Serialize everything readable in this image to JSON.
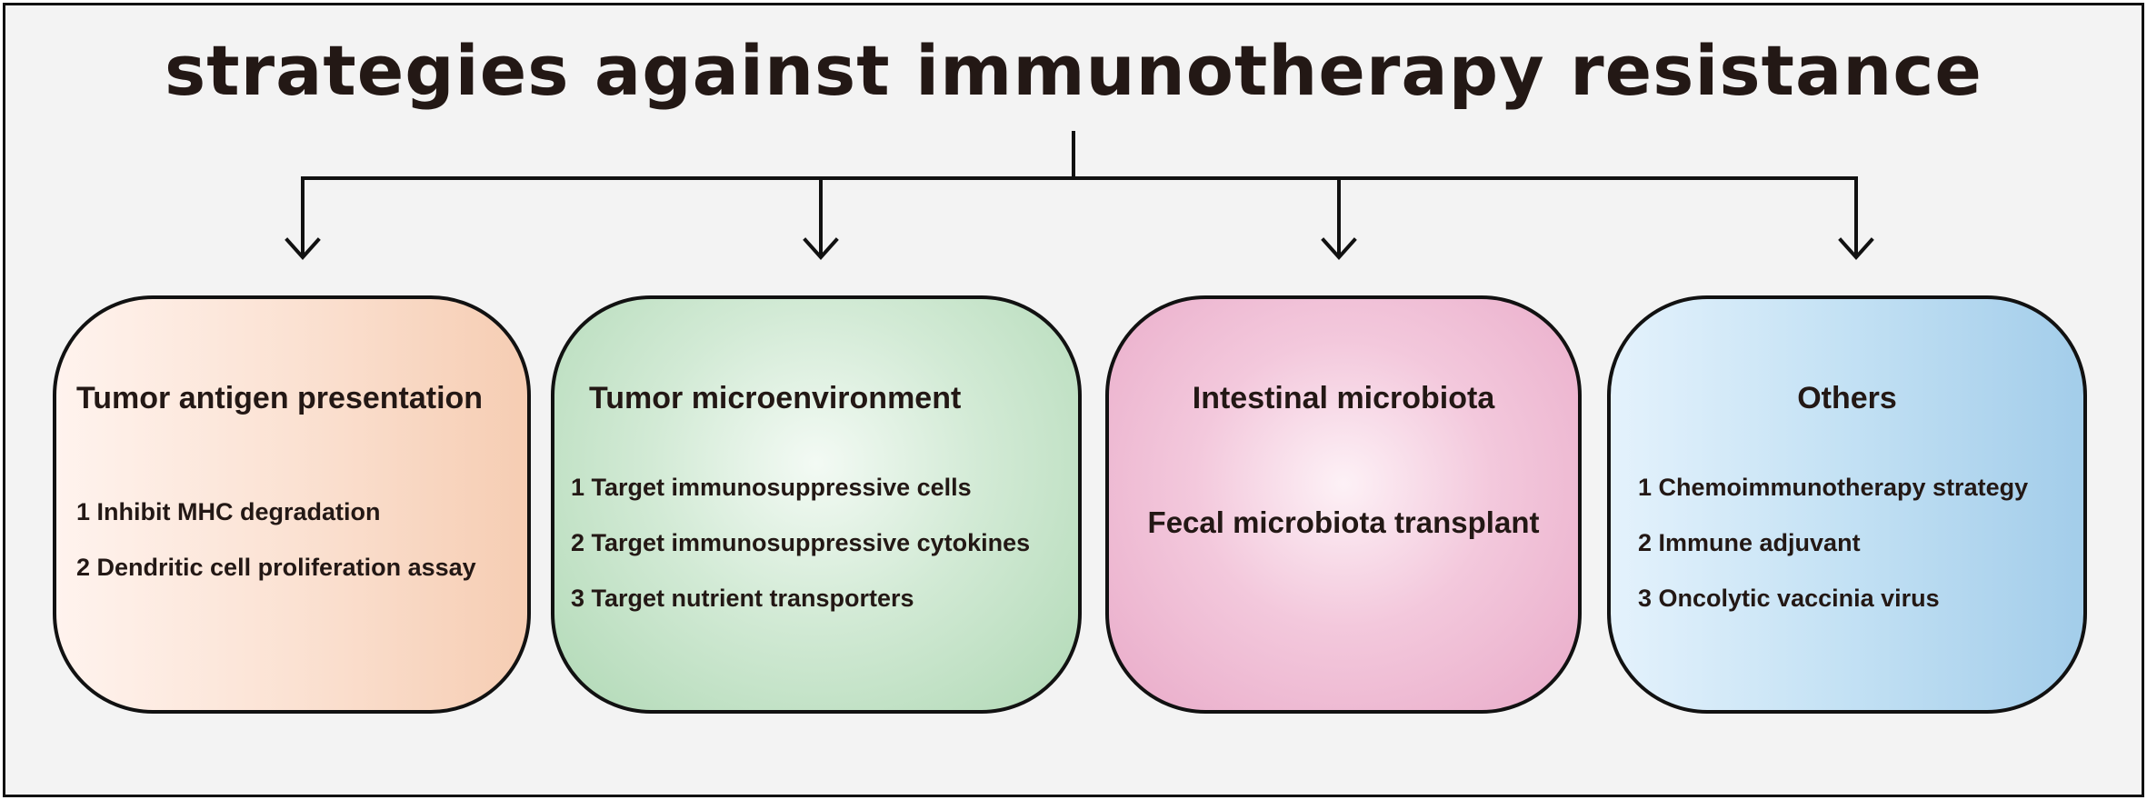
{
  "title": "strategies against immunotherapy resistance",
  "categories": [
    {
      "title": "Tumor antigen presentation",
      "color": "#f6cdb3",
      "items": [
        "1 Inhibit MHC degradation",
        "2 Dendritic cell proliferation assay"
      ]
    },
    {
      "title": "Tumor microenvironment",
      "color": "#b1d9b6",
      "items": [
        "1 Target immunosuppressive cells",
        "2 Target immunosuppressive cytokines",
        "3 Target nutrient transporters"
      ]
    },
    {
      "title": "Intestinal microbiota",
      "color": "#e9abc9",
      "items": [
        "Fecal microbiota transplant"
      ]
    },
    {
      "title": "Others",
      "color": "#a3cdea",
      "items": [
        "1 Chemoimmunotherapy strategy",
        "2 Immune adjuvant",
        "3 Oncolytic vaccinia virus"
      ]
    }
  ]
}
